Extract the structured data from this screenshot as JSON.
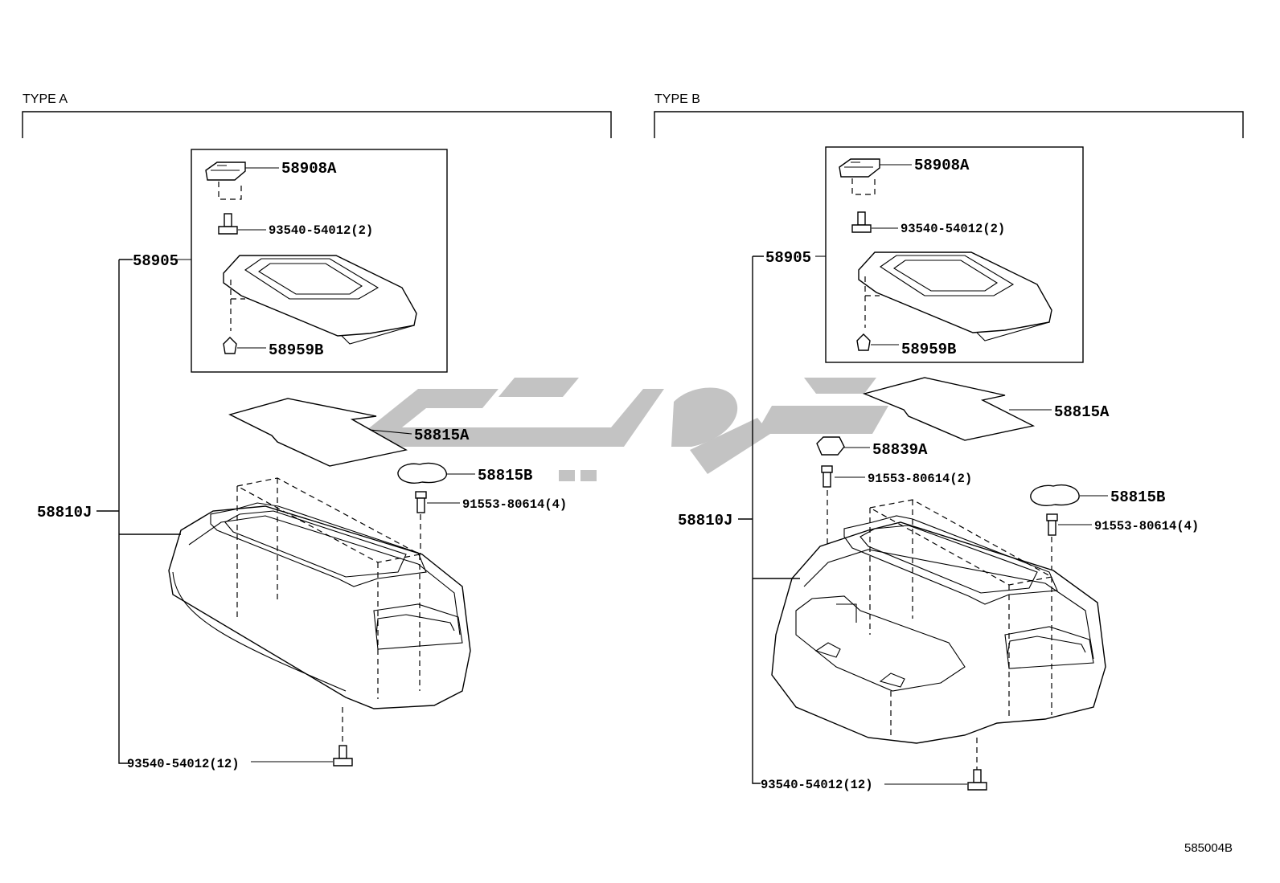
{
  "sections": [
    {
      "type_label": "TYPE A",
      "parts": {
        "upper_cover": "58908A",
        "upper_screw": "93540-54012(2)",
        "lid_assembly": "58905",
        "clip": "58959B",
        "mat_a": "58815A",
        "mat_b": "58815B",
        "box_screw": "91553-80614(4)",
        "console_box": "58810J",
        "bottom_screw": "93540-54012(12)"
      }
    },
    {
      "type_label": "TYPE B",
      "parts": {
        "upper_cover": "58908A",
        "upper_screw": "93540-54012(2)",
        "lid_assembly": "58905",
        "clip": "58959B",
        "mat_a": "58815A",
        "cap": "58839A",
        "cap_screw": "91553-80614(2)",
        "mat_b": "58815B",
        "box_screw": "91553-80614(4)",
        "console_box": "58810J",
        "bottom_screw": "93540-54012(12)"
      }
    }
  ],
  "diagram_code": "585004B",
  "icons": [
    "watermark-logo",
    "screw-icon",
    "clip-icon"
  ]
}
